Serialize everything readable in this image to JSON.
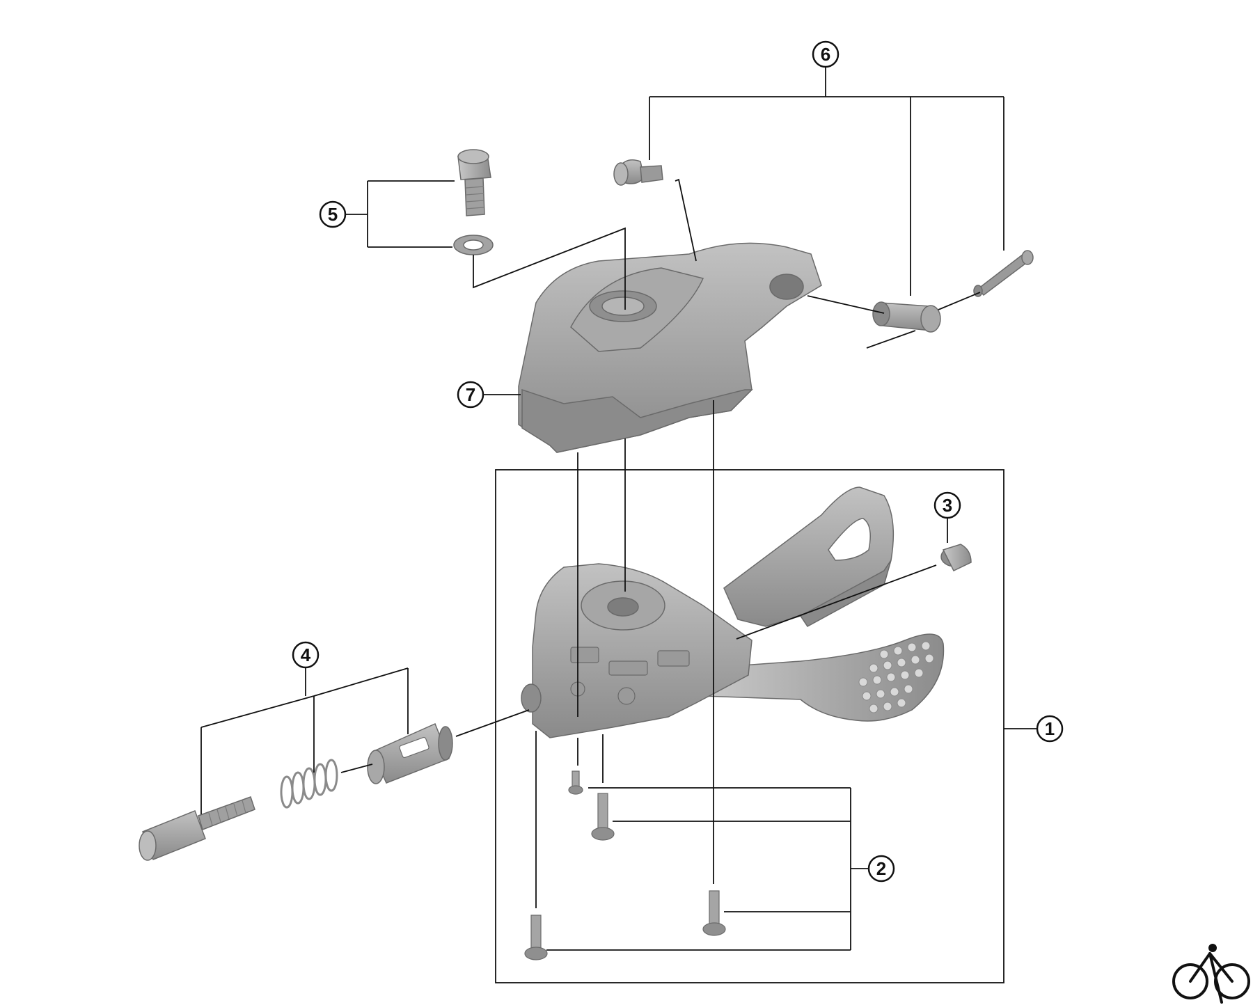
{
  "colors": {
    "background": "#ffffff",
    "line": "#111111",
    "part_fill": "#9a9a9a",
    "part_dark": "#7e7e7e",
    "part_light": "#bdbdbd",
    "part_stroke": "#6a6a6a"
  },
  "callouts": [
    {
      "id": "1",
      "label": "1"
    },
    {
      "id": "2",
      "label": "2"
    },
    {
      "id": "3",
      "label": "3"
    },
    {
      "id": "4",
      "label": "4"
    },
    {
      "id": "5",
      "label": "5"
    },
    {
      "id": "6",
      "label": "6"
    },
    {
      "id": "7",
      "label": "7"
    }
  ],
  "logo": {
    "icon": "bicycle-icon"
  }
}
